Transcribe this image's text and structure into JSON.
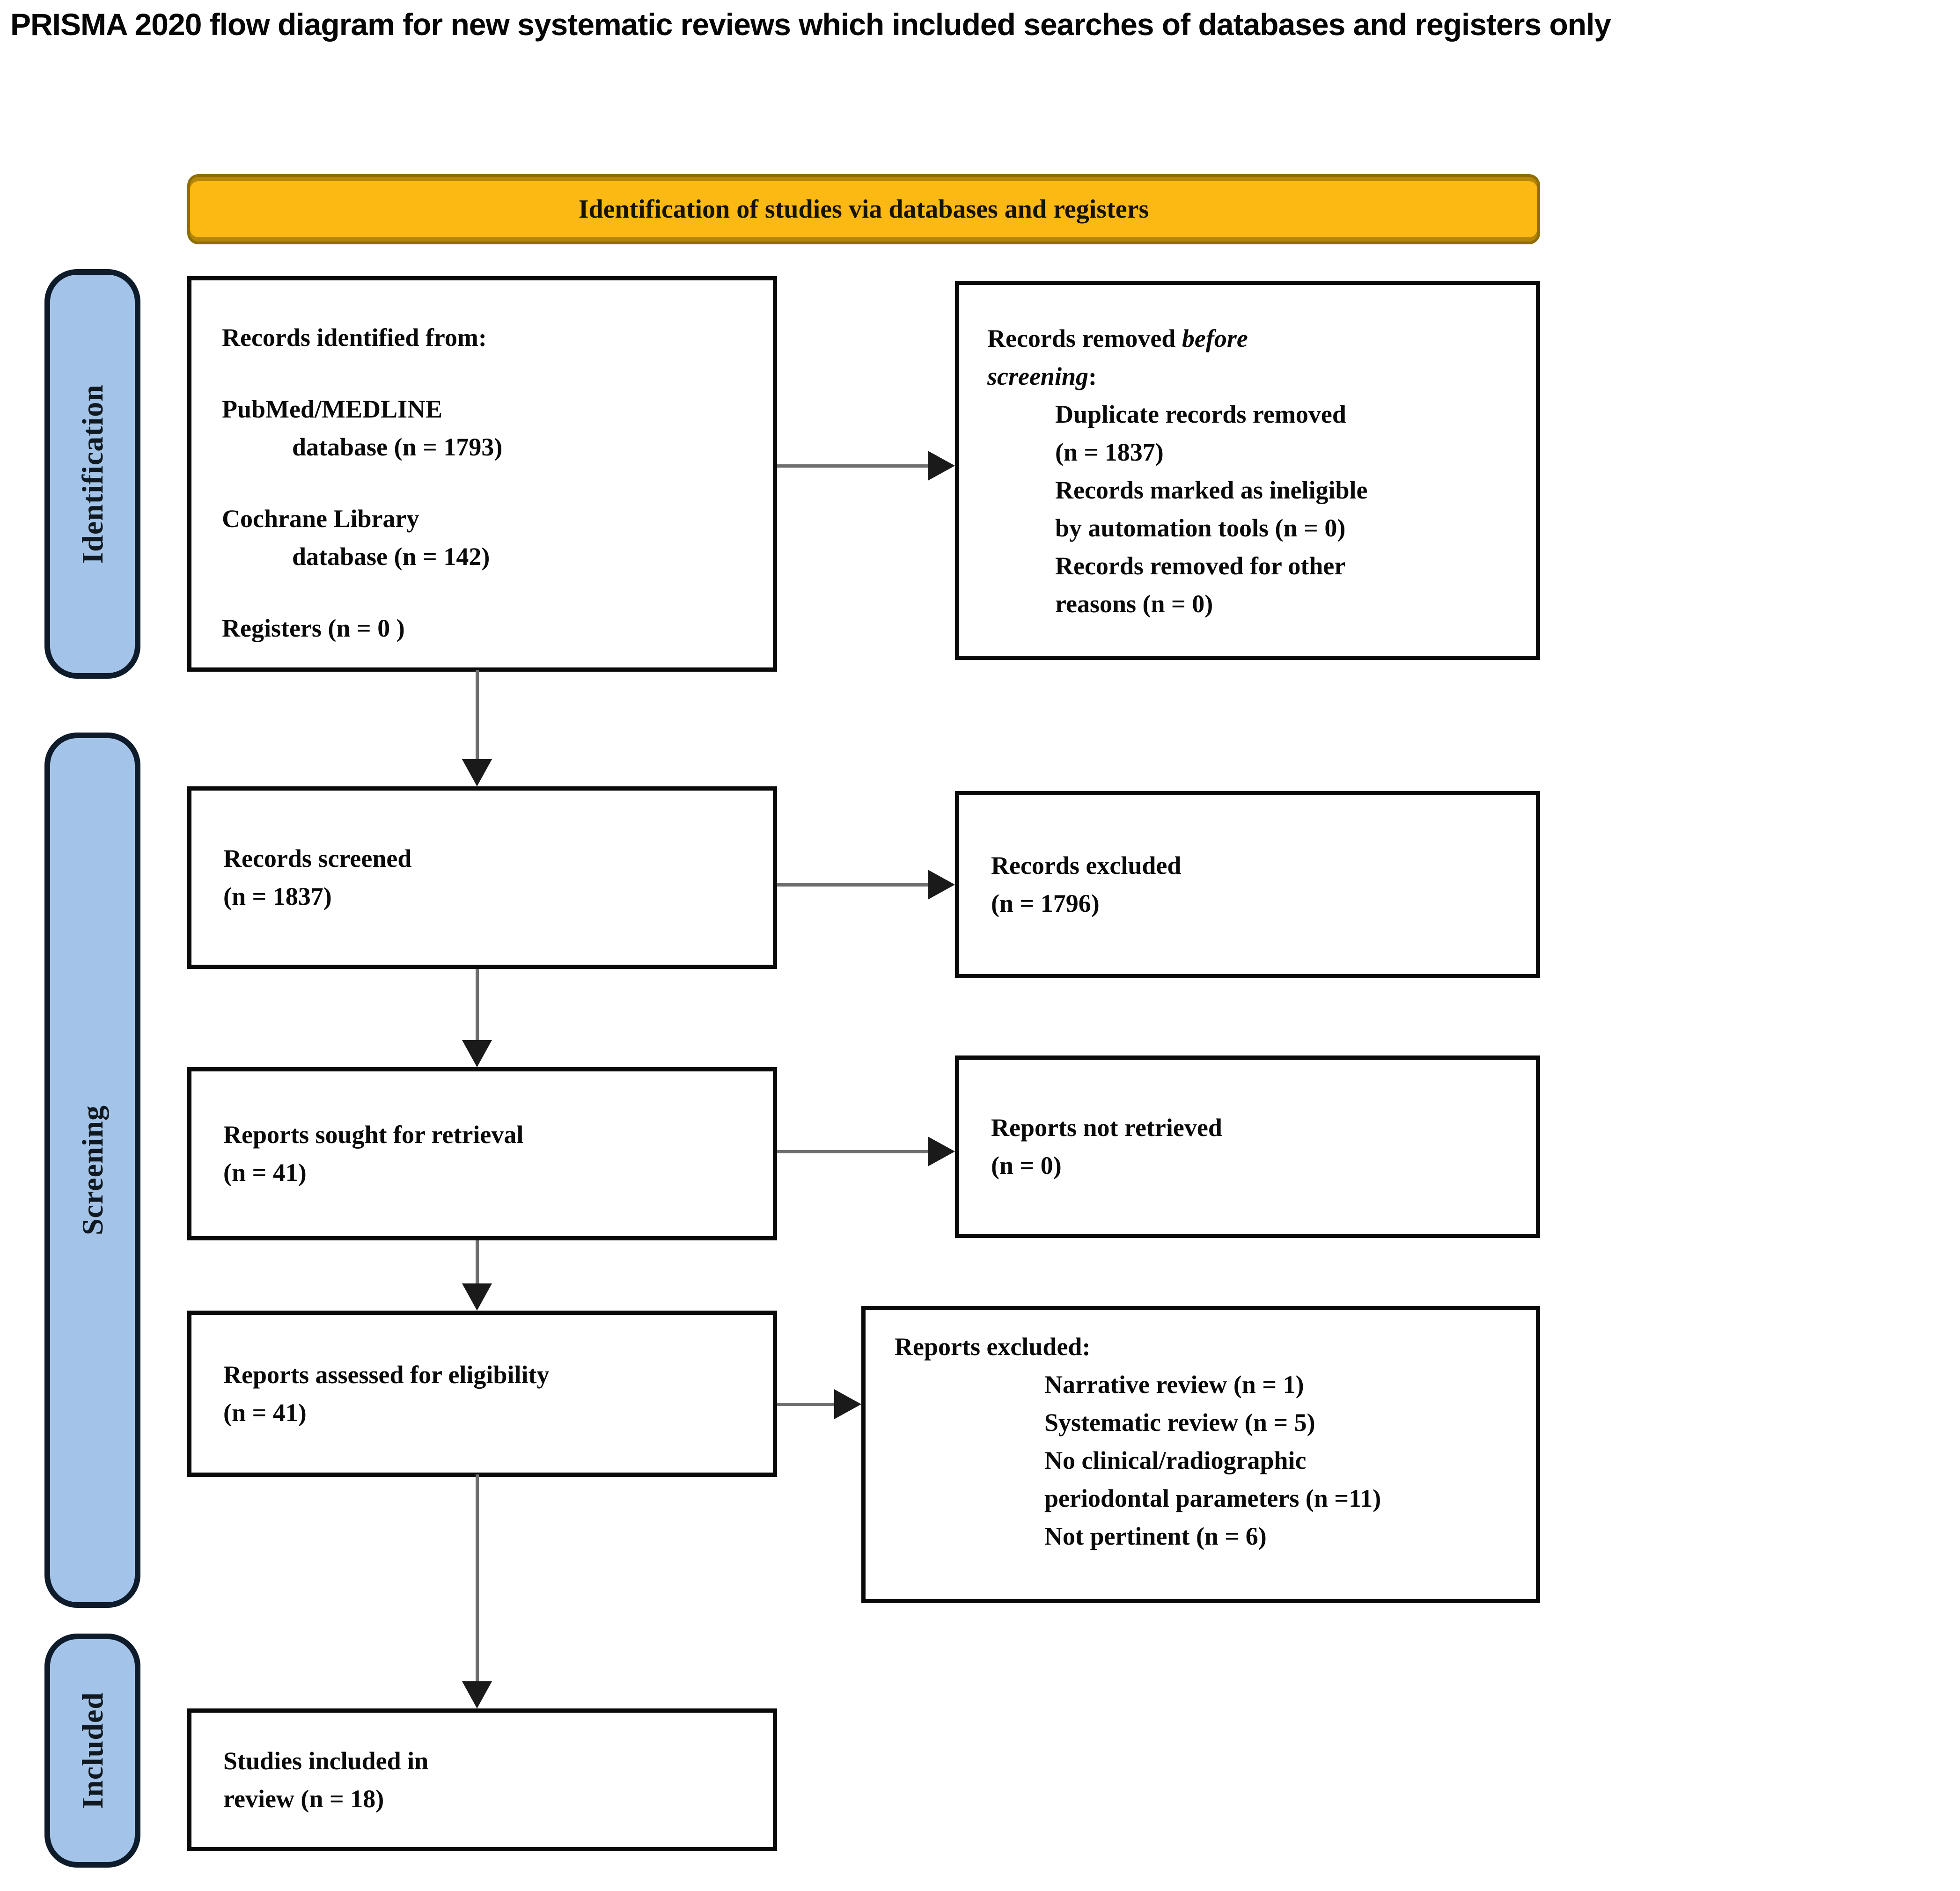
{
  "title": "PRISMA 2020 flow diagram for new systematic reviews which included searches of databases and registers only",
  "banner": {
    "label": "Identification of studies via databases and registers"
  },
  "stages": [
    {
      "label": "Identification"
    },
    {
      "label": "Screening"
    },
    {
      "label": "Included"
    }
  ],
  "boxes": {
    "records_identified": {
      "intro": "Records identified from:",
      "pubmed_line1": "PubMed/MEDLINE",
      "pubmed_line2": "database (n = 1793)",
      "cochrane_line1": "Cochrane Library",
      "cochrane_line2": "database (n = 142)",
      "registers": "Registers (n = 0 )"
    },
    "records_removed": {
      "intro_prefix": "Records removed ",
      "intro_italic": "before\nscreening",
      "intro_suffix": ":",
      "items": [
        "Duplicate records removed\n(n = 1837)",
        "Records marked as ineligible\nby automation tools (n = 0)",
        "Records removed for other\nreasons (n = 0)"
      ]
    },
    "records_screened": "Records screened\n(n = 1837)",
    "records_excluded": "Records excluded\n(n = 1796)",
    "reports_sought": "Reports sought for retrieval\n(n = 41)",
    "reports_not_retrieved": "Reports not retrieved\n(n = 0)",
    "reports_assessed": "Reports assessed for eligibility\n(n = 41)",
    "reports_excluded": {
      "intro": "Reports excluded:",
      "items": [
        "Narrative review (n = 1)",
        "Systematic review (n = 5)",
        "No clinical/radiographic\nperiodontal parameters (n =11)",
        "Not pertinent (n = 6)"
      ]
    },
    "studies_included": "Studies included in\nreview (n = 18)"
  },
  "colors": {
    "banner_fill": "#FCB813",
    "banner_border": "#8F6E00",
    "stage_fill": "#A3C4E8",
    "stage_border": "#0E1B2A",
    "stage_text": "#101820",
    "box_border": "#0A0A0A",
    "box_text": "#0A0A0A",
    "arrow_line": "#6E6E6E",
    "arrow_head": "#1A1A1A",
    "page_bg": "#FFFFFF"
  }
}
